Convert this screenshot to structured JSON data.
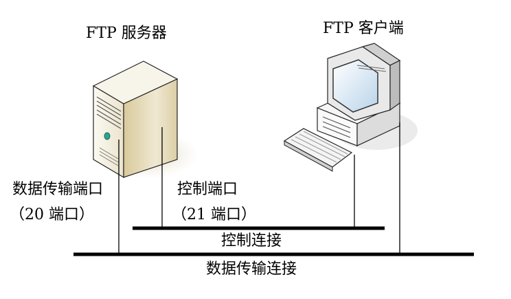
{
  "diagram": {
    "server_title": "FTP 服务器",
    "client_title": "FTP 客户端",
    "data_port_label": "数据传输端口",
    "data_port_number": "（20 端口）",
    "control_port_label": "控制端口",
    "control_port_number": "（21 端口）",
    "control_connection_label": "控制连接",
    "data_connection_label": "数据传输连接"
  },
  "colors": {
    "server_body": "#e2d6b2",
    "server_shadow": "#d9cfb2",
    "client_body": "#f2f2f2",
    "screen": "#cfe3f2",
    "led": "#2ca58d",
    "line": "#000000"
  },
  "icons": [
    "server-tower-icon",
    "desktop-computer-icon",
    "keyboard-icon"
  ]
}
